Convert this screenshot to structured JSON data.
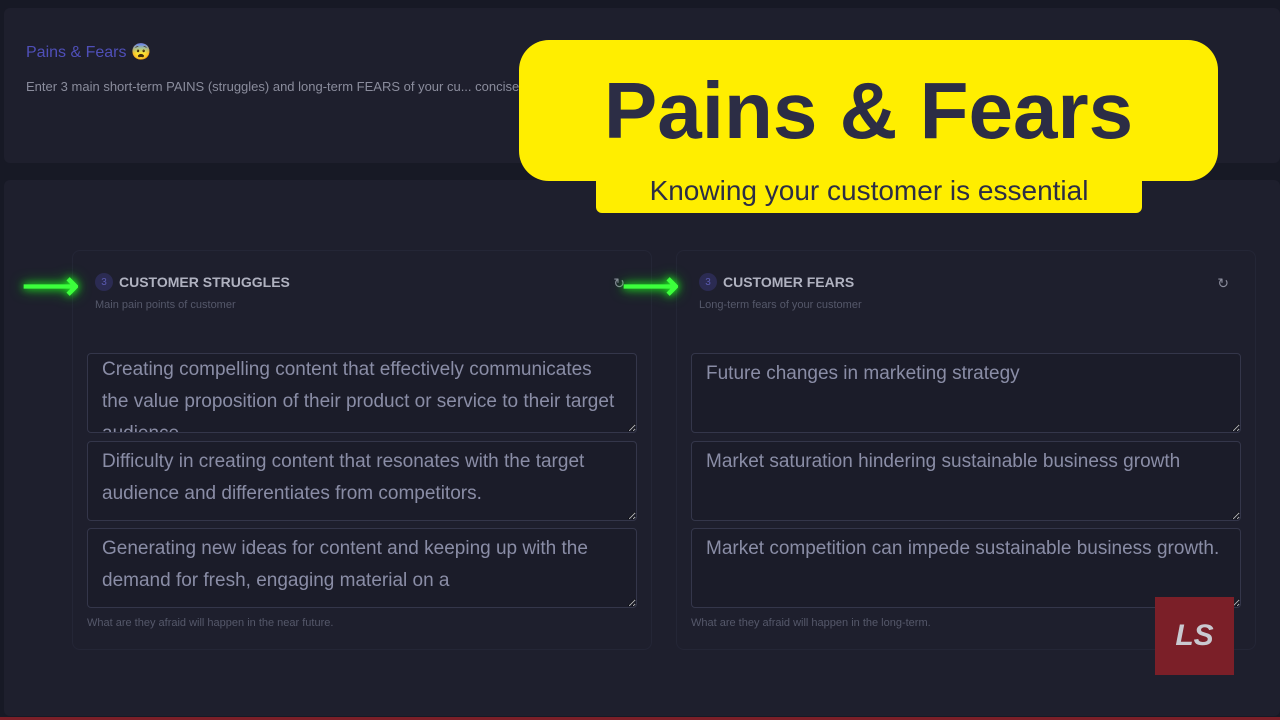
{
  "header": {
    "title": "Pains & Fears",
    "emoji": "😨",
    "description": "Enter 3 main short-term PAINS (struggles) and long-term FEARS of your cu... concise."
  },
  "overlay": {
    "title": "Pains & Fears",
    "subtitle": "Knowing your customer is essential",
    "logo": "LS"
  },
  "struggles": {
    "count": "3",
    "title": "CUSTOMER STRUGGLES",
    "subtitle": "Main pain points of customer",
    "items": [
      "Creating compelling content that effectively communicates the value proposition of their product or service to their target audience.",
      "Difficulty in creating content that resonates with the target audience and differentiates from competitors.",
      "Generating new ideas for content and keeping up with the demand for fresh, engaging material on a"
    ],
    "help": "What are they afraid will happen in the near future."
  },
  "fears": {
    "count": "3",
    "title": "CUSTOMER FEARS",
    "subtitle": "Long-term fears of your customer",
    "items": [
      "Future changes in marketing strategy",
      "Market saturation hindering sustainable business growth",
      "Market competition can impede sustainable business growth."
    ],
    "help": "What are they afraid will happen in the long-term."
  },
  "icons": {
    "reset": "↻",
    "arrow": "⟶"
  }
}
